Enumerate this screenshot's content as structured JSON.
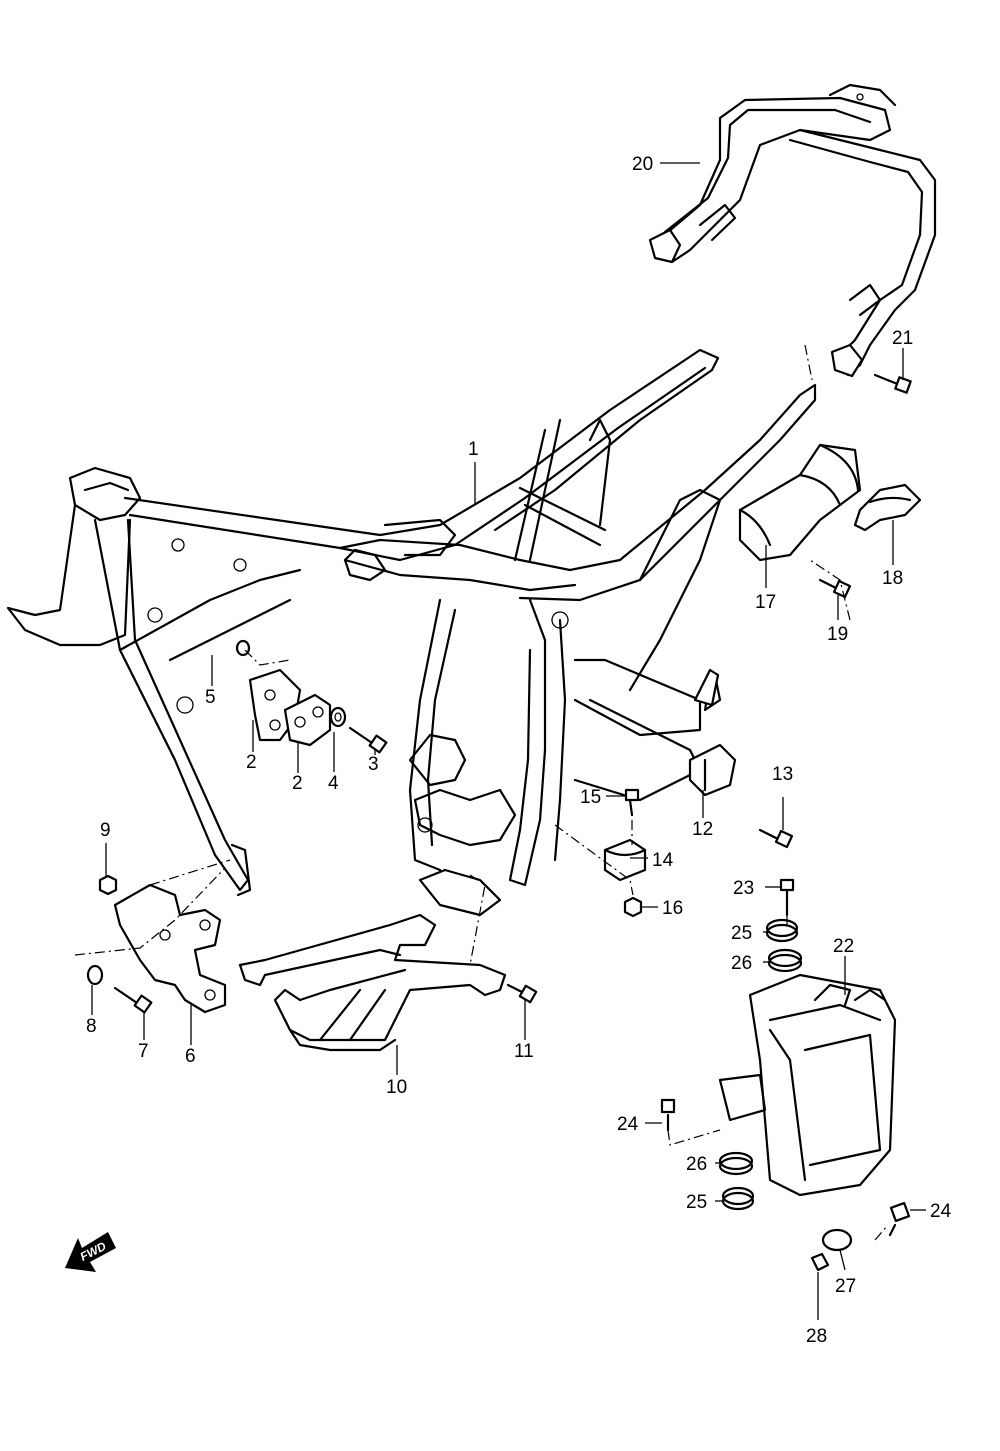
{
  "fwd_label": "FWD",
  "callouts": [
    {
      "id": "c1",
      "text": "1"
    },
    {
      "id": "c2a",
      "text": "2"
    },
    {
      "id": "c2b",
      "text": "2"
    },
    {
      "id": "c3",
      "text": "3"
    },
    {
      "id": "c4",
      "text": "4"
    },
    {
      "id": "c5",
      "text": "5"
    },
    {
      "id": "c6",
      "text": "6"
    },
    {
      "id": "c7",
      "text": "7"
    },
    {
      "id": "c8",
      "text": "8"
    },
    {
      "id": "c9",
      "text": "9"
    },
    {
      "id": "c10",
      "text": "10"
    },
    {
      "id": "c11",
      "text": "11"
    },
    {
      "id": "c12",
      "text": "12"
    },
    {
      "id": "c13",
      "text": "13"
    },
    {
      "id": "c14",
      "text": "14"
    },
    {
      "id": "c15",
      "text": "15"
    },
    {
      "id": "c16",
      "text": "16"
    },
    {
      "id": "c17",
      "text": "17"
    },
    {
      "id": "c18",
      "text": "18"
    },
    {
      "id": "c19",
      "text": "19"
    },
    {
      "id": "c20",
      "text": "20"
    },
    {
      "id": "c21",
      "text": "21"
    },
    {
      "id": "c22",
      "text": "22"
    },
    {
      "id": "c23",
      "text": "23"
    },
    {
      "id": "c24a",
      "text": "24"
    },
    {
      "id": "c24b",
      "text": "24"
    },
    {
      "id": "c25a",
      "text": "25"
    },
    {
      "id": "c25b",
      "text": "25"
    },
    {
      "id": "c26a",
      "text": "26"
    },
    {
      "id": "c26b",
      "text": "26"
    },
    {
      "id": "c27",
      "text": "27"
    },
    {
      "id": "c28",
      "text": "28"
    }
  ]
}
